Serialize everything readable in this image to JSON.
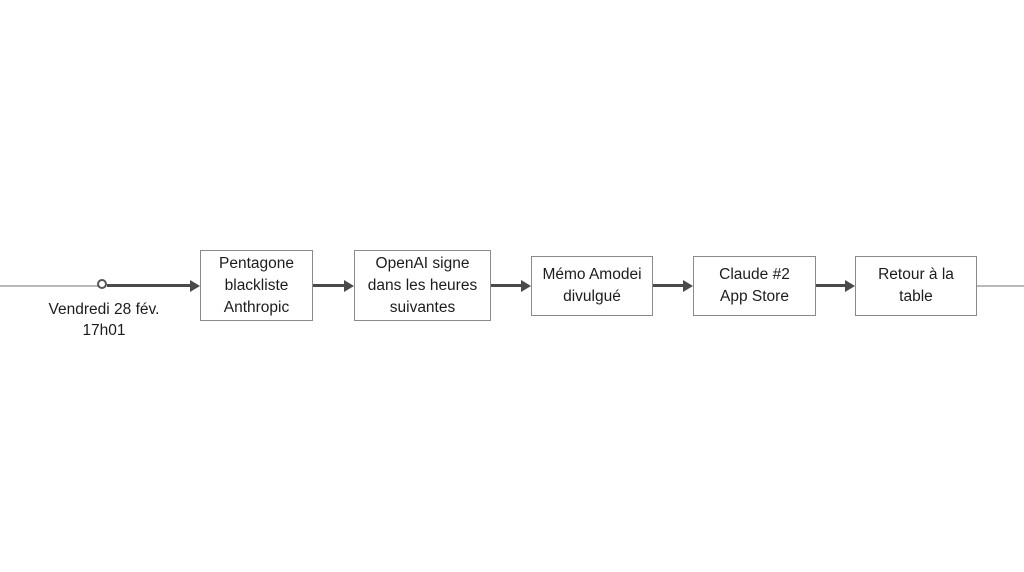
{
  "diagram": {
    "type": "horizontal-timeline",
    "title": "",
    "axis": {
      "line_color": "#b9b9b9",
      "connector_color": "#4a4a4a",
      "box_border_color": "#8a8a8a",
      "text_color": "#1c1c1c",
      "background": "#ffffff"
    },
    "start": {
      "marker": "circle-marker",
      "label": "Vendredi 28 fév.\n17h01",
      "label_line_1": "Vendredi 28 fév.",
      "label_line_2": "17h01"
    },
    "events": [
      {
        "id": "event-1",
        "text": "Pentagone\nblackliste\nAnthropic",
        "lines": [
          "Pentagone",
          "blackliste",
          "Anthropic"
        ]
      },
      {
        "id": "event-2",
        "text": "OpenAI signe\ndans les heures\nsuivantes",
        "lines": [
          "OpenAI signe",
          "dans les heures",
          "suivantes"
        ]
      },
      {
        "id": "event-3",
        "text": "Mémo Amodei\ndivulgué",
        "lines": [
          "Mémo Amodei",
          "divulgué"
        ]
      },
      {
        "id": "event-4",
        "text": "Claude #2\nApp Store",
        "lines": [
          "Claude #2",
          "App Store"
        ]
      },
      {
        "id": "event-5",
        "text": "Retour à la\ntable",
        "lines": [
          "Retour à la",
          "table"
        ]
      }
    ]
  }
}
